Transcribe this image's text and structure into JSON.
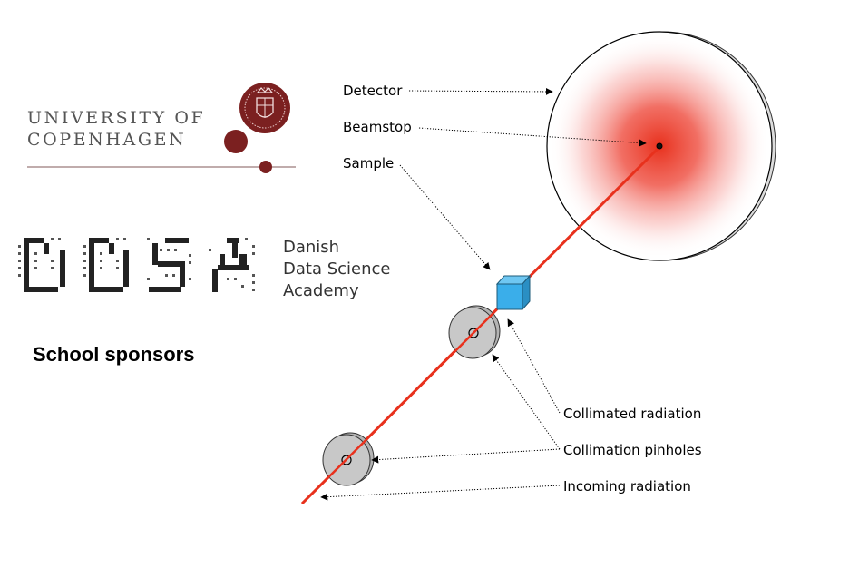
{
  "sponsors": {
    "ku": {
      "line1": "UNIVERSITY OF",
      "line2": "COPENHAGEN",
      "logo_icon": "ku-seal-icon",
      "brand_color": "#7b2020"
    },
    "ddsa": {
      "line1": "Danish",
      "line2": "Data Science",
      "line3": "Academy",
      "logo_icon": "ddsa-pixel-logo-icon"
    },
    "heading": "School sponsors"
  },
  "diagram": {
    "labels": {
      "detector": "Detector",
      "beamstop": "Beamstop",
      "sample": "Sample",
      "collimated": "Collimated radiation",
      "pinholes": "Collimation pinholes",
      "incoming": "Incoming radiation"
    },
    "colors": {
      "beam": "#e8311d",
      "detector_glow": "#e8311d",
      "sample": "#3aaeea",
      "pinhole": "#c8c8c8"
    }
  }
}
